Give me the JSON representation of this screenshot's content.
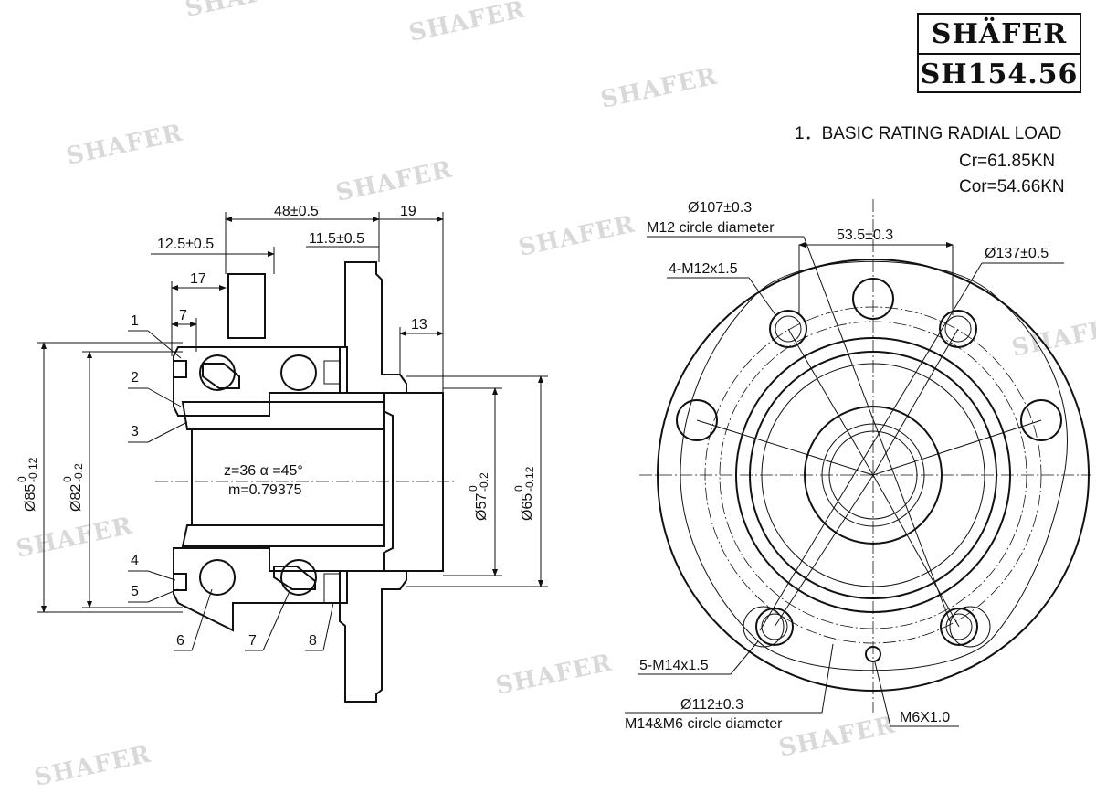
{
  "brand": {
    "name": "SHÄFER",
    "part_number": "SH154.56"
  },
  "watermark": "SHAFER",
  "spec": {
    "heading": "1．BASIC RATING RADIAL LOAD",
    "cr": "Cr=61.85KN",
    "cor": "Cor=54.66KN"
  },
  "section_view": {
    "dims": {
      "d48": "48±0.5",
      "d19": "19",
      "d12_5": "12.5±0.5",
      "d11_5": "11.5±0.5",
      "d17": "17",
      "d7": "7",
      "d13": "13",
      "dia85": "Ø85",
      "dia85_tol": "0",
      "dia85_tol2": "-0.12",
      "dia82": "Ø82",
      "dia82_tol": "0",
      "dia82_tol2": "-0.2",
      "dia57": "Ø57",
      "dia57_tol": "0",
      "dia57_tol2": "-0.2",
      "dia65": "Ø65",
      "dia65_tol": "0",
      "dia65_tol2": "-0.12"
    },
    "spline_z": "z=36  α =45°",
    "spline_m": "m=0.79375",
    "callouts": [
      "1",
      "2",
      "3",
      "4",
      "5",
      "6",
      "7",
      "8"
    ]
  },
  "front_view": {
    "dia107": "Ø107±0.3",
    "m12_circle": "M12 circle diameter",
    "d53_5": "53.5±0.3",
    "dia137": "Ø137±0.5",
    "m12_holes": "4-M12x1.5",
    "m14_holes": "5-M14x1.5",
    "dia112": "Ø112±0.3",
    "m14_m6_circle": "M14&M6 circle diameter",
    "m6": "M6X1.0"
  }
}
